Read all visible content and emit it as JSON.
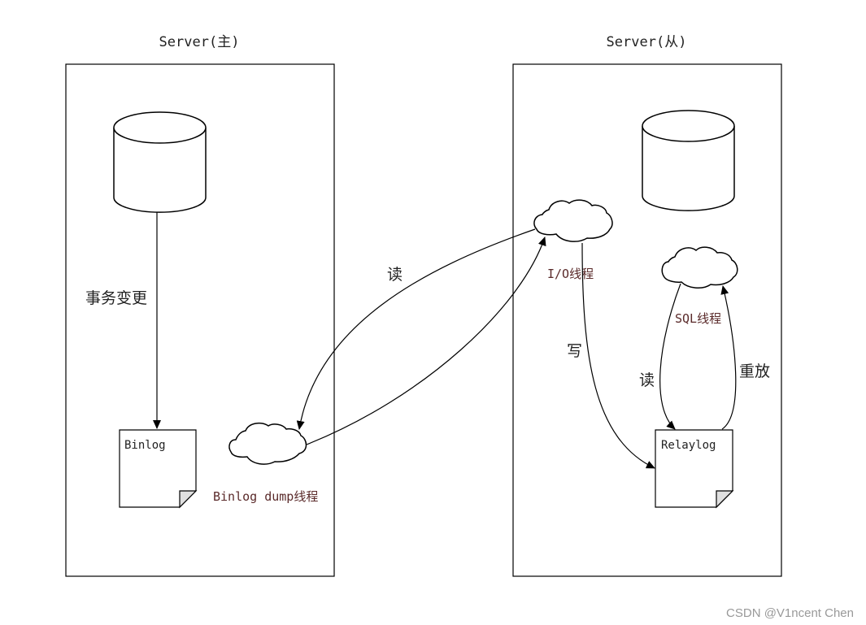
{
  "diagram": {
    "title_master": "Server(主)",
    "title_slave": "Server(从)",
    "master": {
      "edge_label": "事务变更",
      "binlog_label": "Binlog",
      "dump_thread_label": "Binlog dump线程"
    },
    "cross": {
      "read_label": "读"
    },
    "slave": {
      "io_thread_label": "I/O线程",
      "write_label": "写",
      "relaylog_label": "Relaylog",
      "sql_thread_label": "SQL线程",
      "read_label": "读",
      "replay_label": "重放"
    },
    "colors": {
      "stroke": "#000000",
      "thread_label": "#5a2a2a",
      "fold": "#e0e0e0",
      "watermark": "#999999"
    }
  },
  "watermark": "CSDN @V1ncent Chen"
}
